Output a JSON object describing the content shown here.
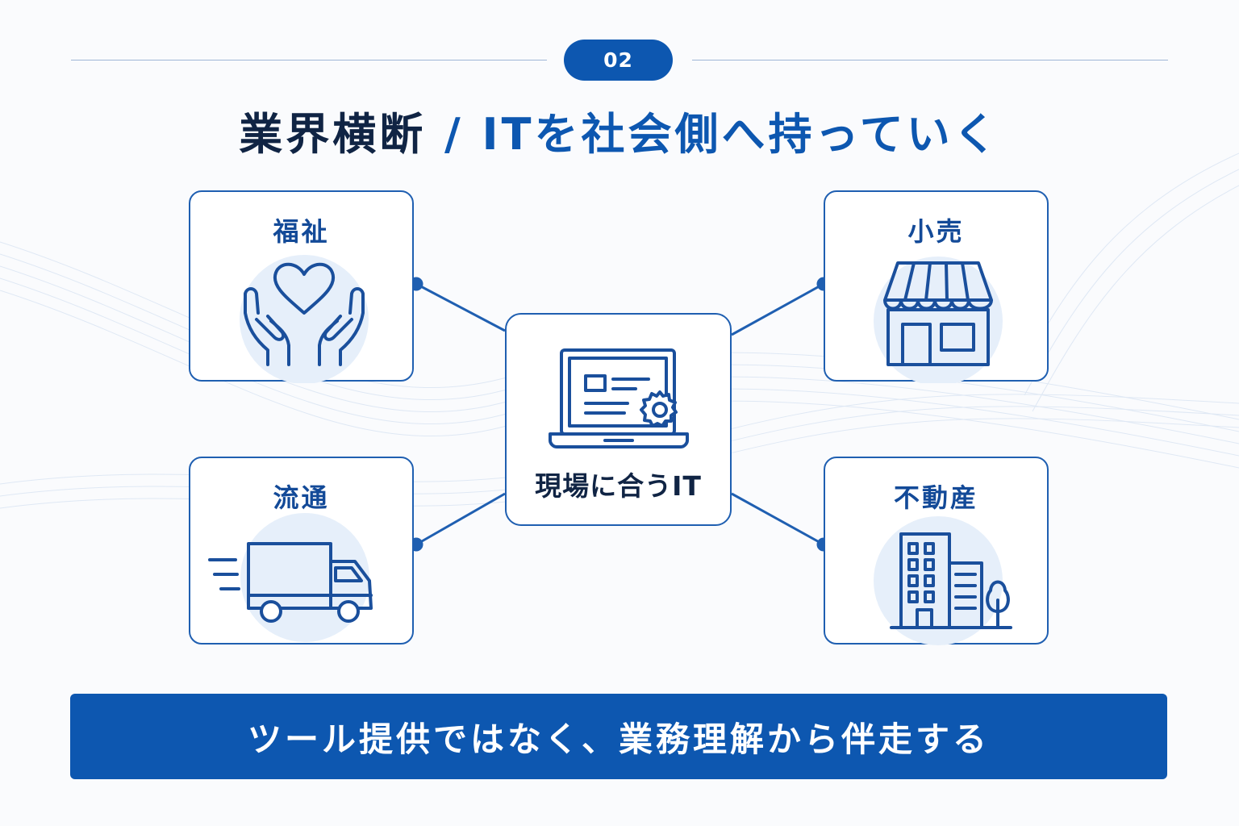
{
  "header": {
    "number_badge": "02",
    "title_part1": "業界横断",
    "title_part2": " / ITを社会側へ持っていく"
  },
  "center": {
    "label": "現場に合うIT",
    "icon": "laptop-gear-icon"
  },
  "cards": [
    {
      "label": "福祉",
      "icon": "hands-heart-icon"
    },
    {
      "label": "小売",
      "icon": "storefront-icon"
    },
    {
      "label": "流通",
      "icon": "delivery-truck-icon"
    },
    {
      "label": "不動産",
      "icon": "building-icon"
    }
  ],
  "banner": {
    "text": "ツール提供ではなく、業務理解から伴走する"
  },
  "colors": {
    "accent": "#0d57b0",
    "title_dark": "#102444",
    "icon_stroke": "#1a4f9c",
    "icon_halo": "#e6effa",
    "background": "#fafbfd"
  }
}
